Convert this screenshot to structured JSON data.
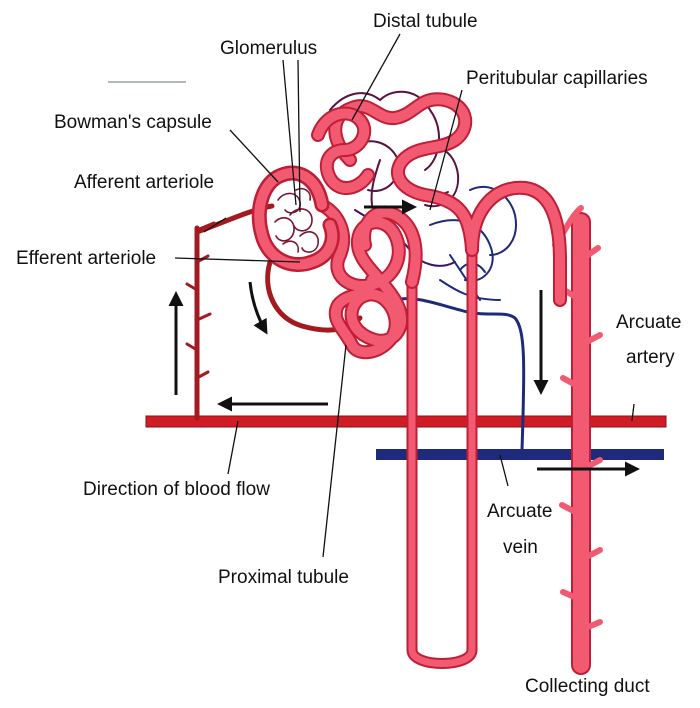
{
  "labels": {
    "distal_tubule": "Distal tubule",
    "glomerulus": "Glomerulus",
    "peritubular_capillaries": "Peritubular capillaries",
    "bowmans_capsule": "Bowman's capsule",
    "afferent_arteriole": "Afferent arteriole",
    "efferent_arteriole": "Efferent arteriole",
    "arcuate_artery_line1": "Arcuate",
    "arcuate_artery_line2": "artery",
    "direction_of_blood_flow": "Direction of blood flow",
    "arcuate_vein_line1": "Arcuate",
    "arcuate_vein_line2": "vein",
    "proximal_tubule": "Proximal tubule",
    "collecting_duct": "Collecting duct"
  },
  "colors": {
    "tubule_fill": "#f25a72",
    "tubule_outline": "#c01e36",
    "artery": "#d01c25",
    "vessel_dark": "#a31a1f",
    "vein": "#1f2a7a",
    "capillary_dark": "#5a1240",
    "arrow": "#111111"
  }
}
